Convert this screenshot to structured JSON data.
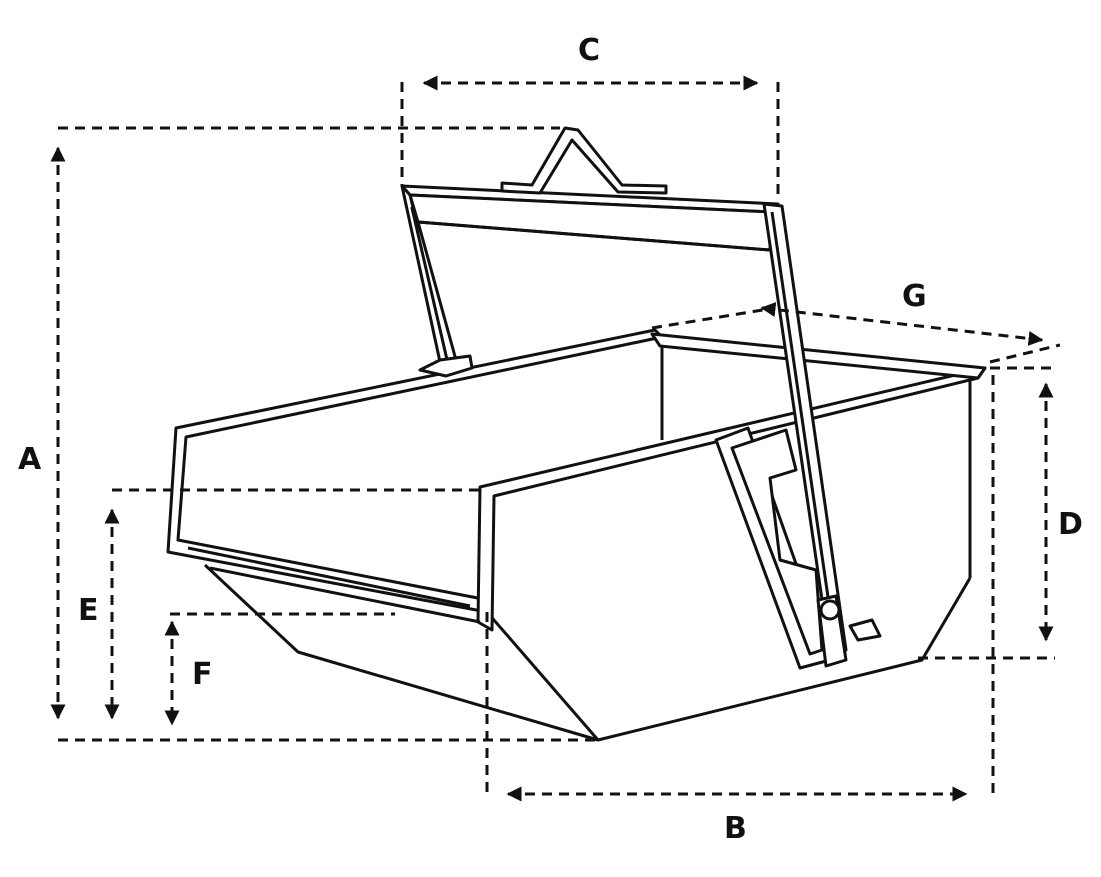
{
  "diagram": {
    "colors": {
      "line": "#111111",
      "background": "#ffffff"
    },
    "labels": {
      "A": "A",
      "B": "B",
      "C": "C",
      "D": "D",
      "E": "E",
      "F": "F",
      "G": "G"
    }
  }
}
